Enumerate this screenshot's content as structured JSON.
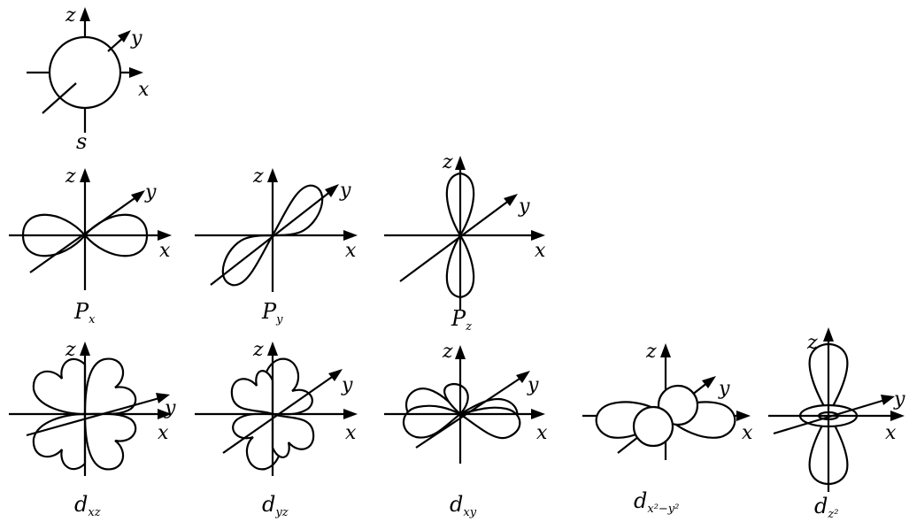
{
  "axis_labels": {
    "x": "x",
    "y": "y",
    "z": "z"
  },
  "orbitals": [
    {
      "id": "s",
      "label": "s",
      "sub": "",
      "sup": ""
    },
    {
      "id": "px",
      "label": "P",
      "sub": "x",
      "sup": ""
    },
    {
      "id": "py",
      "label": "P",
      "sub": "y",
      "sup": ""
    },
    {
      "id": "pz",
      "label": "P",
      "sub": "z",
      "sup": ""
    },
    {
      "id": "dxz",
      "label": "d",
      "sub": "xz",
      "sup": ""
    },
    {
      "id": "dyz",
      "label": "d",
      "sub": "yz",
      "sup": ""
    },
    {
      "id": "dxy",
      "label": "d",
      "sub": "xy",
      "sup": ""
    },
    {
      "id": "dx2y2",
      "label": "d",
      "sub": "x²−y²",
      "sup": ""
    },
    {
      "id": "dz2",
      "label": "d",
      "sub": "z²",
      "sup": ""
    }
  ]
}
